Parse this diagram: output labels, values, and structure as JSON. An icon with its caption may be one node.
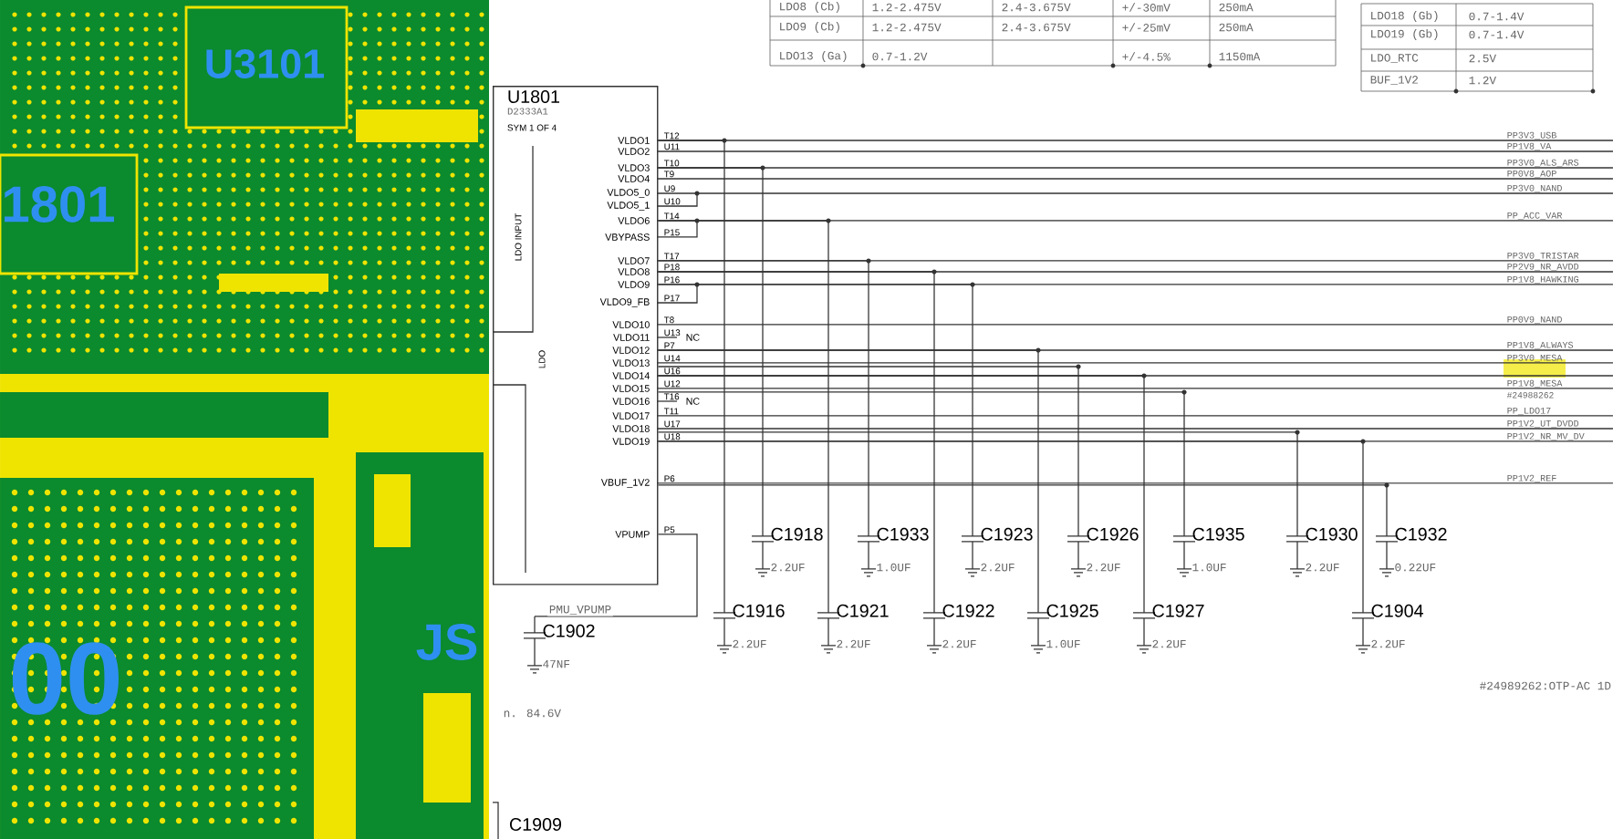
{
  "diagram": {
    "nodes": [
      {
        "text": [
          "U1801",
          "D2333A1",
          "SYM 1 OF 4",
          "LDO INPUT",
          "LDO"
        ]
      },
      {
        "text": [
          "C1918",
          "2.2UF"
        ]
      },
      {
        "text": [
          "C1933",
          "1.0UF"
        ]
      },
      {
        "text": [
          "C1923",
          "2.2UF"
        ]
      },
      {
        "text": [
          "C1926",
          "2.2UF"
        ]
      },
      {
        "text": [
          "C1935",
          "1.0UF"
        ]
      },
      {
        "text": [
          "C1930",
          "2.2UF"
        ]
      },
      {
        "text": [
          "C1932",
          "0.22UF"
        ]
      },
      {
        "text": [
          "C1916",
          "2.2UF"
        ]
      },
      {
        "text": [
          "C1921",
          "2.2UF"
        ]
      },
      {
        "text": [
          "C1922",
          "2.2UF"
        ]
      },
      {
        "text": [
          "C1925",
          "1.0UF"
        ]
      },
      {
        "text": [
          "C1927",
          "2.2UF"
        ]
      },
      {
        "text": [
          "C1904",
          "2.2UF"
        ]
      },
      {
        "text": [
          "C1902",
          "47NF"
        ]
      },
      {
        "text": [
          "C1909"
        ]
      }
    ],
    "edges": [
      {
        "from": 0,
        "to": 1,
        "arrow": "none"
      },
      {
        "from": 0,
        "to": 2,
        "arrow": "none"
      },
      {
        "from": 0,
        "to": 3,
        "arrow": "none"
      },
      {
        "from": 0,
        "to": 4,
        "arrow": "none"
      },
      {
        "from": 0,
        "to": 5,
        "arrow": "none"
      },
      {
        "from": 0,
        "to": 6,
        "arrow": "none"
      },
      {
        "from": 0,
        "to": 7,
        "arrow": "none"
      },
      {
        "from": 0,
        "to": 8,
        "arrow": "none"
      },
      {
        "from": 0,
        "to": 9,
        "arrow": "none"
      },
      {
        "from": 0,
        "to": 10,
        "arrow": "none"
      },
      {
        "from": 0,
        "to": 11,
        "arrow": "none"
      },
      {
        "from": 0,
        "to": 12,
        "arrow": "none"
      },
      {
        "from": 0,
        "to": 13,
        "arrow": "none"
      },
      {
        "from": 0,
        "to": 14,
        "arrow": "none",
        "label": "PMU_VPUMP"
      }
    ],
    "labels": [
      "U3101",
      "1801",
      "00",
      "JS",
      "LDO8 (Cb)",
      "1.2-2.475V",
      "2.4-3.675V",
      "+/-30mV",
      "250mA",
      "LDO9 (Cb)",
      "1.2-2.475V",
      "2.4-3.675V",
      "+/-25mV",
      "250mA",
      "LDO13 (Ga)",
      "0.7-1.2V",
      "+/-4.5%",
      "1150mA",
      "LDO18 (Gb)",
      "0.7-1.4V",
      "LDO19 (Gb)",
      "0.7-1.4V",
      "LDO_RTC",
      "2.5V",
      "BUF_1V2",
      "1.2V",
      "VLDO1",
      "T12",
      "PP3V3_USB",
      "VLDO2",
      "U11",
      "PP1V8_VA",
      "VLDO3",
      "T10",
      "PP3V0_ALS_ARS",
      "VLDO4",
      "T9",
      "PP0V8_AOP",
      "VLDO5_0",
      "U9",
      "PP3V0_NAND",
      "VLDO5_1",
      "U10",
      "VLDO6",
      "T14",
      "PP_ACC_VAR",
      "VBYPASS",
      "P15",
      "VLDO7",
      "T17",
      "PP3V0_TRISTAR",
      "VLDO8",
      "P18",
      "PP2V9_NR_AVDD",
      "VLDO9",
      "P16",
      "PP1V8_HAWKING",
      "VLDO9_FB",
      "P17",
      "VLDO10",
      "T8",
      "PP0V9_NAND",
      "VLDO11",
      "U13",
      "NC",
      "VLDO12",
      "P7",
      "PP1V8_ALWAYS",
      "VLDO13",
      "U14",
      "PP3V0_MESA",
      "VLDO14",
      "U16",
      "VLDO15",
      "U12",
      "PP1V8_MESA",
      "VLDO16",
      "T16",
      "NC",
      "#24988262",
      "VLDO17",
      "T11",
      "PP_LDO17",
      "VLDO18",
      "U17",
      "PP1V2_UT_DVDD",
      "VLDO19",
      "U18",
      "PP1V2_NR_MV_DV",
      "VBUF_1V2",
      "P6",
      "PP1V2_REF",
      "VPUMP",
      "P5",
      "n. 84.6V",
      "#24989262:OTP-AC 1D"
    ]
  }
}
